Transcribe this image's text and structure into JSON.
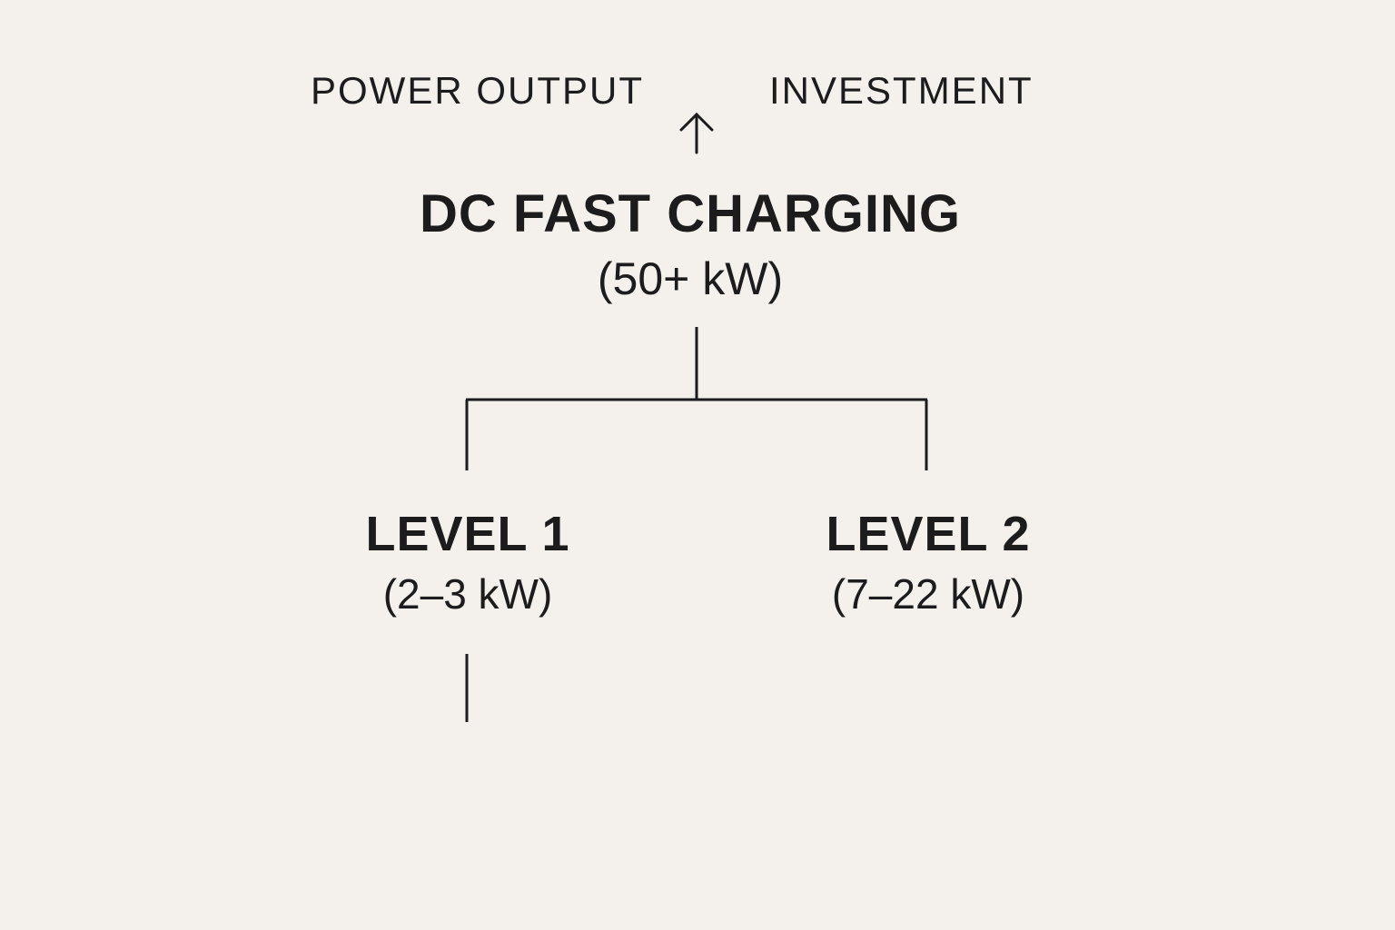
{
  "axis": {
    "left_label": "POWER OUTPUT",
    "right_label": "INVESTMENT",
    "arrow_icon": "arrow-up-icon"
  },
  "nodes": {
    "dc_fast": {
      "title": "DC FAST CHARGING",
      "power": "(50+ kW)"
    },
    "level1": {
      "title": "LEVEL 1",
      "power": "(2–3 kW)"
    },
    "level2": {
      "title": "LEVEL 2",
      "power": "(7–22 kW)"
    }
  },
  "colors": {
    "background": "#f4f1ec",
    "ink": "#1c1c1c"
  }
}
